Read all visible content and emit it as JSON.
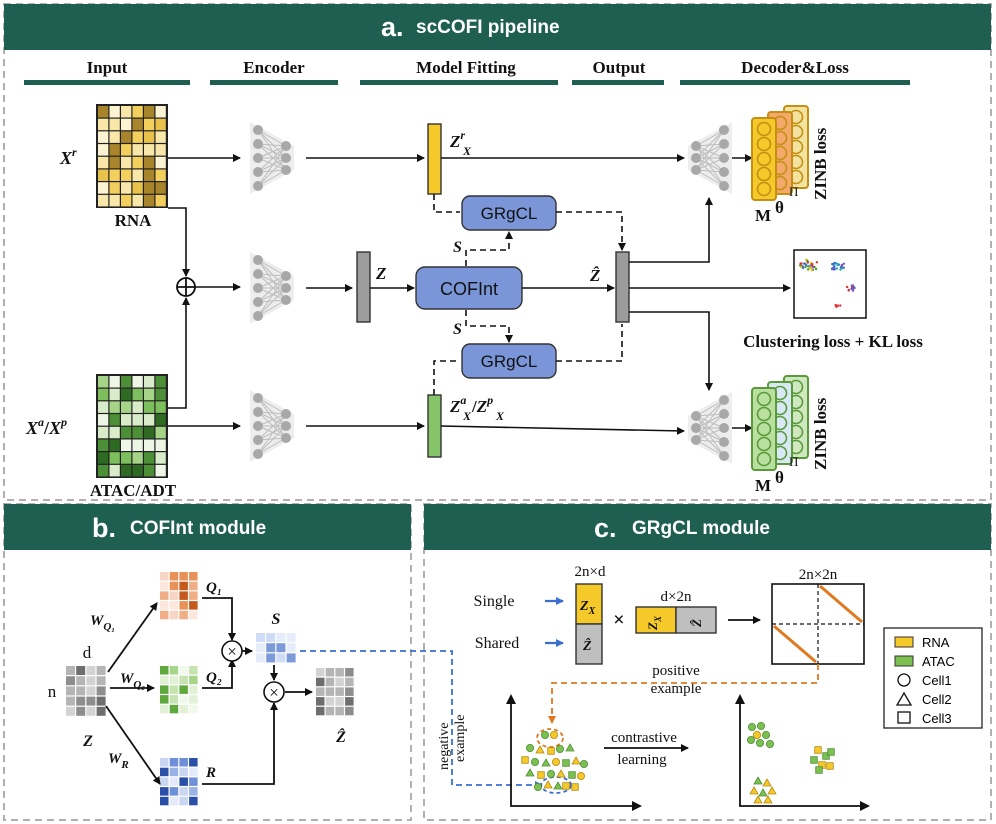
{
  "panel_a": {
    "letter": "a.",
    "title": "scCOFI pipeline",
    "columns": [
      "Input",
      "Encoder",
      "Model Fitting",
      "Output",
      "Decoder&Loss"
    ],
    "xr_main": "X",
    "xr_sup": "r",
    "rna_label": "RNA",
    "xa_main1": "X",
    "xa_sup1": "a",
    "xa_slash": "/",
    "xa_main2": "X",
    "xa_sup2": "p",
    "atac_label": "ATAC/ADT",
    "oplus": "⊕",
    "zxr_main": "Z",
    "zxr_sup": "r",
    "zxr_sub": "X",
    "z_label": "Z",
    "cofint_label": "COFInt",
    "grgcl_label": "GRgCL",
    "s_label": "S",
    "zhat_label": "Ẑ",
    "zxa_main1": "Z",
    "zxa_sup1": "a",
    "zxa_sub1": "X",
    "zxa_slash": "/",
    "zxa_main2": "Z",
    "zxa_sup2": "p",
    "zxa_sub2": "X",
    "zinb_loss": "ZINB loss",
    "m_label": "M",
    "theta_label": "θ",
    "pi_label": "Π",
    "cluster_loss": "Clustering loss + KL loss"
  },
  "panel_b": {
    "letter": "b.",
    "title": "COFInt module",
    "d_label": "d",
    "n_label": "n",
    "z_label": "Z",
    "wq1_main": "W",
    "wq1_sub": "Q₁",
    "wq2_main": "W",
    "wq2_sub": "Q₂",
    "wr_main": "W",
    "wr_sub": "R",
    "q1_label": "Q₁",
    "q2_label": "Q₂",
    "r_label": "R",
    "s_label": "S",
    "zhat_label": "Ẑ",
    "times": "×"
  },
  "panel_c": {
    "letter": "c.",
    "title": "GRgCL module",
    "single": "Single",
    "shared": "Shared",
    "dim1": "2n×d",
    "dim2": "d×2n",
    "dim3": "2n×2n",
    "zx": "Z",
    "zx_sub": "X",
    "zhat": "Ẑ",
    "times": "×",
    "positive1": "positive",
    "positive2": "example",
    "negative1": "negative",
    "negative2": "example",
    "contrastive1": "contrastive",
    "contrastive2": "learning",
    "legend": [
      "RNA",
      "ATAC",
      "Cell1",
      "Cell2",
      "Cell3"
    ]
  },
  "colors": {
    "header": "#1f5f52",
    "rna": "#f0c030",
    "atac": "#7cc050",
    "box_blue": "#7b96d8",
    "orange_line": "#e07a20",
    "blue_dash": "#3a6fd0",
    "frame_dash": "#b0b0b0"
  }
}
